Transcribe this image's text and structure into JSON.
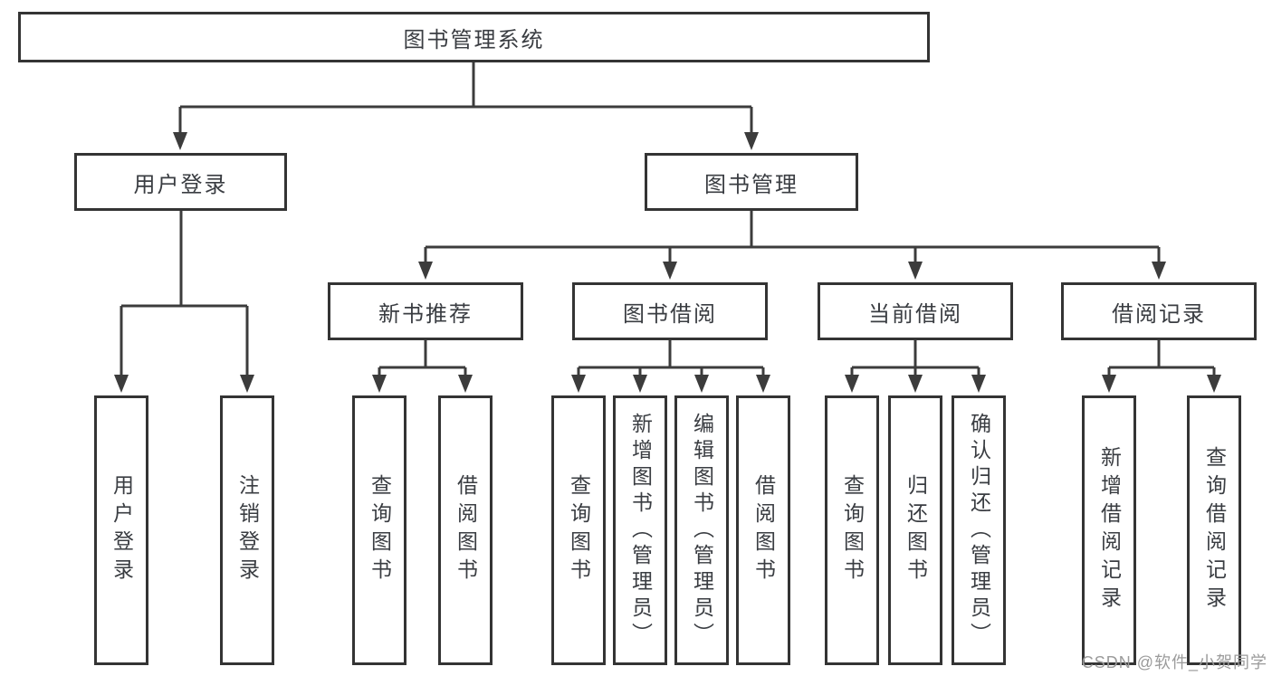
{
  "diagram": {
    "root": "图书管理系统",
    "branches": [
      {
        "label": "用户登录",
        "children": [
          "用户登录",
          "注销登录"
        ]
      },
      {
        "label": "图书管理",
        "children": [
          {
            "label": "新书推荐",
            "children": [
              "查询图书",
              "借阅图书"
            ]
          },
          {
            "label": "图书借阅",
            "children": [
              "查询图书",
              "新增图书（管理员）",
              "编辑图书（管理员）",
              "借阅图书"
            ]
          },
          {
            "label": "当前借阅",
            "children": [
              "查询图书",
              "归还图书",
              "确认归还（管理员）"
            ]
          },
          {
            "label": "借阅记录",
            "children": [
              "新增借阅记录",
              "查询借阅记录"
            ]
          }
        ]
      }
    ]
  },
  "watermark": "CSDN @软件_小贺同学",
  "colors": {
    "line": "#3c3c3c",
    "box_border": "#343434",
    "text": "#3a3d42",
    "watermark": "#9b9b9b",
    "background": "#ffffff"
  }
}
